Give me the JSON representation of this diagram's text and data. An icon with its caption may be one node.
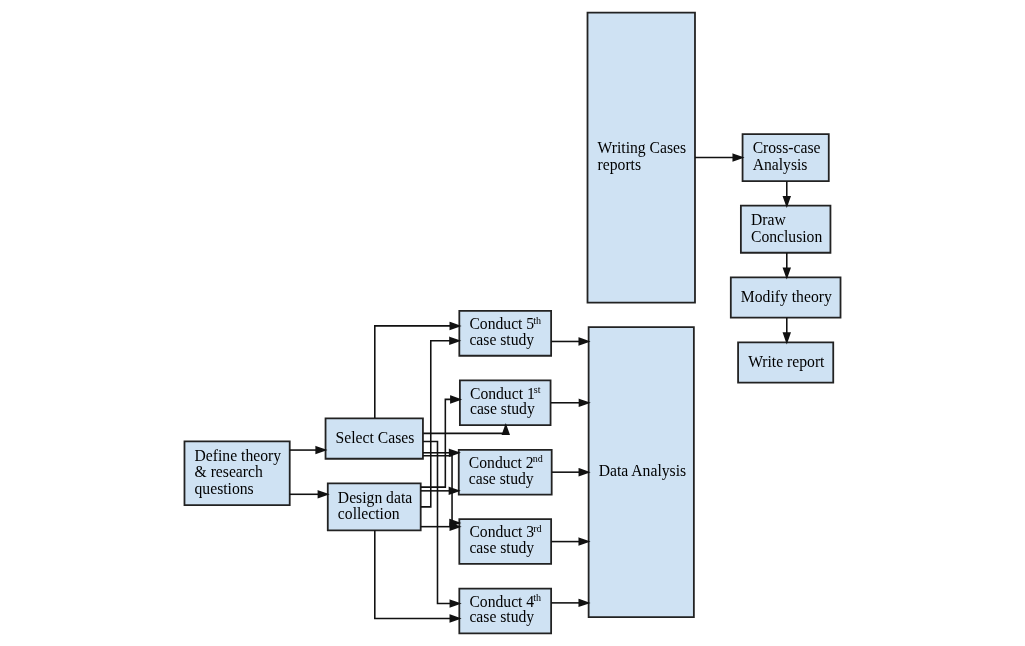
{
  "diagram": {
    "nodes": [
      {
        "text": [
          "Define theory & research questions"
        ]
      },
      {
        "text": [
          "Select Cases"
        ]
      },
      {
        "text": [
          "Design data collection"
        ]
      },
      {
        "text": [
          "Conduct 1$^{st}$ case study"
        ]
      },
      {
        "text": [
          "Conduct 2$^{nd}$ case study"
        ]
      },
      {
        "text": [
          "Conduct 3$^{rd}$ case study"
        ]
      },
      {
        "text": [
          "Conduct 4$^{th}$ case study"
        ]
      },
      {
        "text": [
          "Conduct 5$^{th}$ case study"
        ]
      },
      {
        "text": [
          "Data Analysis"
        ]
      },
      {
        "text": [
          "Writing Cases reports"
        ]
      },
      {
        "text": [
          "Cross-case Analysis"
        ]
      },
      {
        "text": [
          "Draw Conclusion"
        ]
      },
      {
        "text": [
          "Modify theory"
        ]
      },
      {
        "text": [
          "Write report"
        ]
      }
    ],
    "edges": [
      {
        "from": 0,
        "to": 1,
        "arrow": "to"
      },
      {
        "from": 0,
        "to": 2,
        "arrow": "to"
      },
      {
        "from": 1,
        "to": 3,
        "arrow": "to"
      },
      {
        "from": 1,
        "to": 4,
        "arrow": "to"
      },
      {
        "from": 1,
        "to": 5,
        "arrow": "to"
      },
      {
        "from": 1,
        "to": 6,
        "arrow": "to"
      },
      {
        "from": 1,
        "to": 7,
        "arrow": "to"
      },
      {
        "from": 2,
        "to": 3,
        "arrow": "to"
      },
      {
        "from": 2,
        "to": 4,
        "arrow": "to"
      },
      {
        "from": 2,
        "to": 5,
        "arrow": "to"
      },
      {
        "from": 2,
        "to": 6,
        "arrow": "to"
      },
      {
        "from": 2,
        "to": 7,
        "arrow": "to"
      },
      {
        "from": 3,
        "to": 8,
        "arrow": "to"
      },
      {
        "from": 4,
        "to": 8,
        "arrow": "to"
      },
      {
        "from": 5,
        "to": 8,
        "arrow": "to"
      },
      {
        "from": 6,
        "to": 8,
        "arrow": "to"
      },
      {
        "from": 7,
        "to": 8,
        "arrow": "to"
      },
      {
        "from": 9,
        "to": 10,
        "arrow": "to"
      },
      {
        "from": 10,
        "to": 11,
        "arrow": "to"
      },
      {
        "from": 11,
        "to": 12,
        "arrow": "to"
      },
      {
        "from": 12,
        "to": 13,
        "arrow": "to"
      }
    ]
  }
}
